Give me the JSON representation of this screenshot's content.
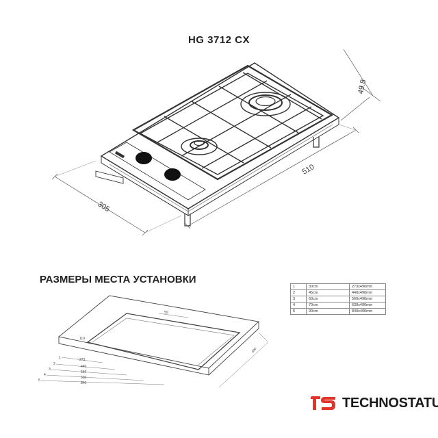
{
  "header": {
    "model": "HG 3712 CX"
  },
  "hob_dimensions": {
    "height": "49.8",
    "length": "510",
    "width": "305"
  },
  "cutout": {
    "section_title": "РАЗМЕРЫ МЕСТА УСТАНОВКИ",
    "top_label": "50",
    "side_label": "490",
    "depth_label": "110",
    "widths": [
      "273",
      "440",
      "560",
      "630",
      "840"
    ],
    "markers": [
      "1",
      "2",
      "3",
      "4",
      "5"
    ]
  },
  "sizes_table": [
    [
      "1",
      "30cm",
      "273x490mm"
    ],
    [
      "2",
      "45cm",
      "440x490mm"
    ],
    [
      "3",
      "60cm",
      "560x490mm"
    ],
    [
      "4",
      "70cm",
      "630x490mm"
    ],
    [
      "5",
      "90cm",
      "840x490mm"
    ]
  ],
  "brand": {
    "name": "TECHNOSTATUS",
    "accent": "#e0362a"
  }
}
